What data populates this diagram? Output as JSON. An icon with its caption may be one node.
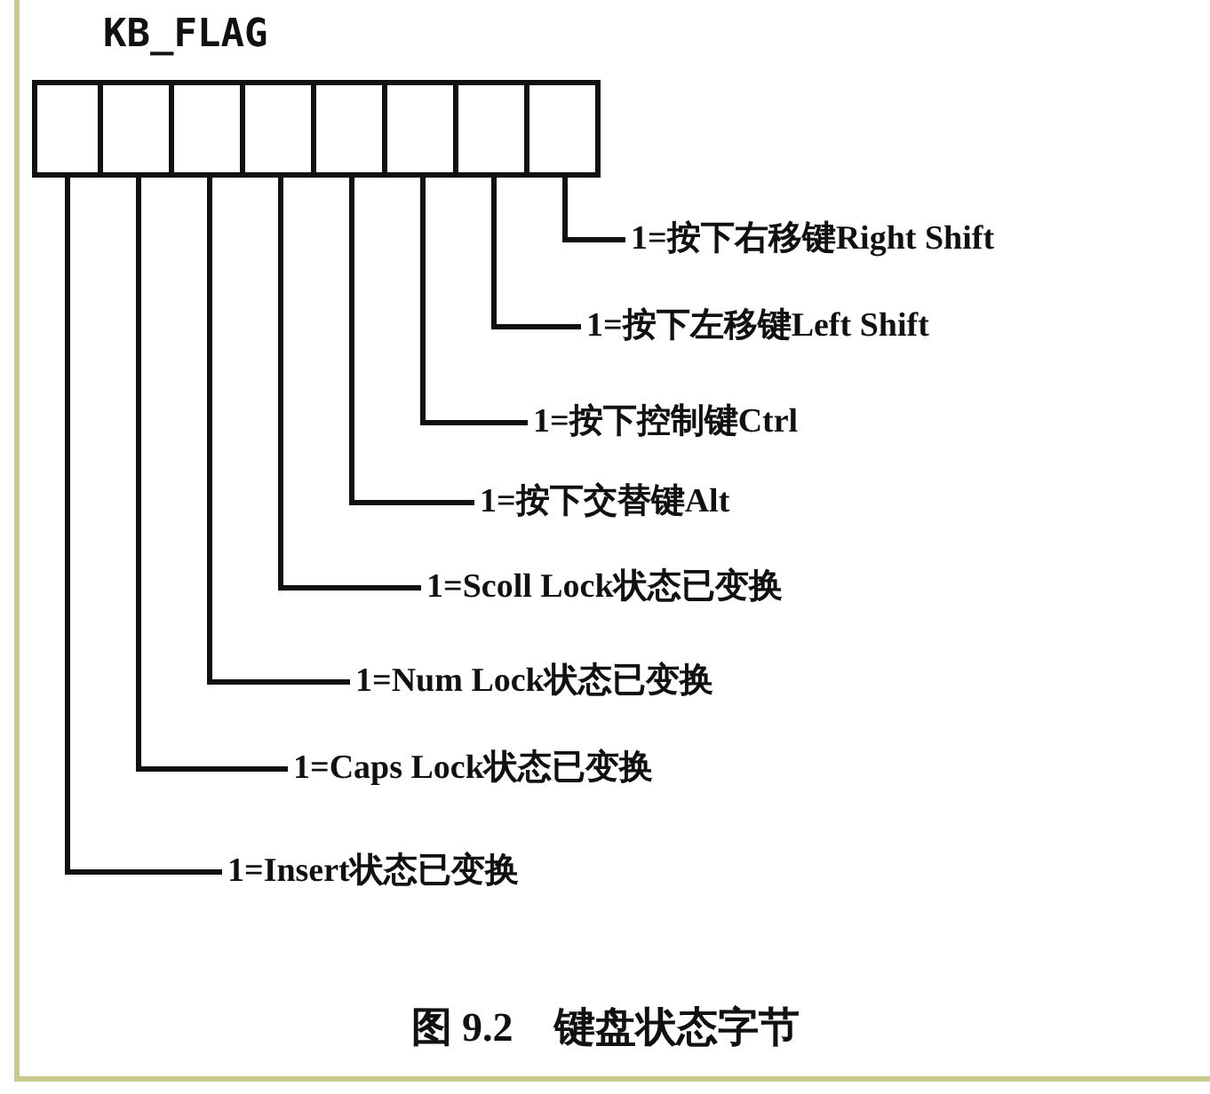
{
  "diagram": {
    "caption": "图 9.2　键盘状态字节",
    "nodes": [
      {
        "text": [
          "KB_FLAG"
        ]
      },
      {
        "text": [],
        "shape": "box",
        "in": 0
      },
      {
        "text": [],
        "shape": "box",
        "in": 0
      },
      {
        "text": [],
        "shape": "box",
        "in": 0
      },
      {
        "text": [],
        "shape": "box",
        "in": 0
      },
      {
        "text": [],
        "shape": "box",
        "in": 0
      },
      {
        "text": [],
        "shape": "box",
        "in": 0
      },
      {
        "text": [],
        "shape": "box",
        "in": 0
      },
      {
        "text": [],
        "shape": "box",
        "in": 0
      },
      {
        "text": [
          "1=按下右移键Right Shift"
        ]
      },
      {
        "text": [
          "1=按下左移键Left Shift"
        ]
      },
      {
        "text": [
          "1=按下控制键Ctrl"
        ]
      },
      {
        "text": [
          "1=按下交替键Alt"
        ]
      },
      {
        "text": [
          "1=Scoll Lock状态已变换"
        ]
      },
      {
        "text": [
          "1=Num Lock状态已变换"
        ]
      },
      {
        "text": [
          "1=Caps Lock状态已变换"
        ]
      },
      {
        "text": [
          "1=Insert状态已变换"
        ]
      }
    ],
    "edges": [
      {
        "from": 8,
        "to": 9,
        "arrow": "none"
      },
      {
        "from": 7,
        "to": 10,
        "arrow": "none"
      },
      {
        "from": 6,
        "to": 11,
        "arrow": "none"
      },
      {
        "from": 5,
        "to": 12,
        "arrow": "none"
      },
      {
        "from": 4,
        "to": 13,
        "arrow": "none"
      },
      {
        "from": 3,
        "to": 14,
        "arrow": "none"
      },
      {
        "from": 2,
        "to": 15,
        "arrow": "none"
      },
      {
        "from": 1,
        "to": 16,
        "arrow": "none"
      }
    ]
  }
}
